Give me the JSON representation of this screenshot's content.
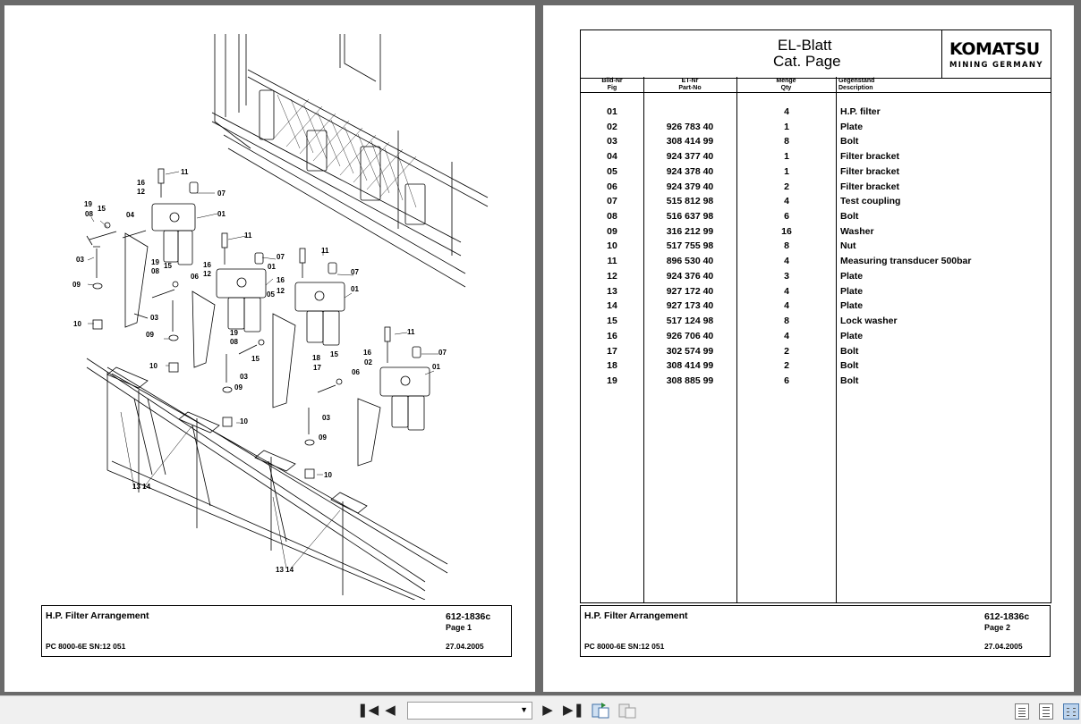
{
  "document": {
    "page1": {
      "footer": {
        "title": "H.P. Filter Arrangement",
        "code": "612-1836c",
        "page": "Page 1",
        "model": "PC 8000-6E SN:12 051",
        "date": "27.04.2005"
      },
      "callouts": [
        "11",
        "07",
        "01",
        "16",
        "12",
        "19",
        "15",
        "08",
        "04",
        "03",
        "09",
        "10",
        "11",
        "07",
        "16",
        "12",
        "01",
        "05",
        "06",
        "19",
        "08",
        "15",
        "03",
        "09",
        "10",
        "11",
        "07",
        "01",
        "16",
        "12",
        "03",
        "09",
        "10",
        "19",
        "08",
        "15",
        "03",
        "09",
        "10",
        "18",
        "17",
        "15",
        "06",
        "16",
        "02",
        "11",
        "07",
        "01",
        "03",
        "09",
        "10",
        "13 14",
        "13 14"
      ]
    },
    "page2": {
      "header": {
        "title_line1": "EL-Blatt",
        "title_line2": "Cat. Page",
        "logo_main": "KOMATSU",
        "logo_sub": "MINING GERMANY"
      },
      "columns": {
        "fig_de": "Bild-Nr",
        "fig_en": "Fig",
        "part_de": "ET-Nr",
        "part_en": "Part-No",
        "qty_de": "Menge",
        "qty_en": "Qty",
        "desc_de": "Gegenstand",
        "desc_en": "Description"
      },
      "rows": [
        {
          "fig": "01",
          "part": "",
          "qty": "4",
          "desc": "H.P. filter"
        },
        {
          "fig": "02",
          "part": "926 783 40",
          "qty": "1",
          "desc": "Plate"
        },
        {
          "fig": "03",
          "part": "308 414 99",
          "qty": "8",
          "desc": "Bolt"
        },
        {
          "fig": "04",
          "part": "924 377 40",
          "qty": "1",
          "desc": "Filter bracket"
        },
        {
          "fig": "05",
          "part": "924 378 40",
          "qty": "1",
          "desc": "Filter bracket"
        },
        {
          "fig": "06",
          "part": "924 379 40",
          "qty": "2",
          "desc": "Filter bracket"
        },
        {
          "fig": "07",
          "part": "515 812 98",
          "qty": "4",
          "desc": "Test coupling"
        },
        {
          "fig": "08",
          "part": "516 637 98",
          "qty": "6",
          "desc": "Bolt"
        },
        {
          "fig": "09",
          "part": "316 212 99",
          "qty": "16",
          "desc": "Washer"
        },
        {
          "fig": "10",
          "part": "517 755 98",
          "qty": "8",
          "desc": "Nut"
        },
        {
          "fig": "11",
          "part": "896 530 40",
          "qty": "4",
          "desc": "Measuring transducer 500bar"
        },
        {
          "fig": "12",
          "part": "924 376 40",
          "qty": "3",
          "desc": "Plate"
        },
        {
          "fig": "13",
          "part": "927 172 40",
          "qty": "4",
          "desc": "Plate"
        },
        {
          "fig": "14",
          "part": "927 173 40",
          "qty": "4",
          "desc": "Plate"
        },
        {
          "fig": "15",
          "part": "517 124 98",
          "qty": "8",
          "desc": "Lock washer"
        },
        {
          "fig": "16",
          "part": "926 706 40",
          "qty": "4",
          "desc": "Plate"
        },
        {
          "fig": "17",
          "part": "302 574 99",
          "qty": "2",
          "desc": "Bolt"
        },
        {
          "fig": "18",
          "part": "308 414 99",
          "qty": "2",
          "desc": "Bolt"
        },
        {
          "fig": "19",
          "part": "308 885 99",
          "qty": "6",
          "desc": "Bolt"
        }
      ],
      "footer": {
        "title": "H.P. Filter Arrangement",
        "code": "612-1836c",
        "page": "Page 2",
        "model": "PC 8000-6E SN:12 051",
        "date": "27.04.2005"
      }
    }
  },
  "toolbar": {
    "first_icon": "first-page-icon",
    "prev_icon": "previous-page-icon",
    "page_select_value": "",
    "next_icon": "next-page-icon",
    "last_icon": "last-page-icon",
    "extra_icons": [
      "thumbnails-icon",
      "bookmark-icon"
    ],
    "view_icons": [
      "single-page-view-icon",
      "continuous-view-icon",
      "two-page-view-icon"
    ],
    "active_view": "two-page-view-icon"
  }
}
